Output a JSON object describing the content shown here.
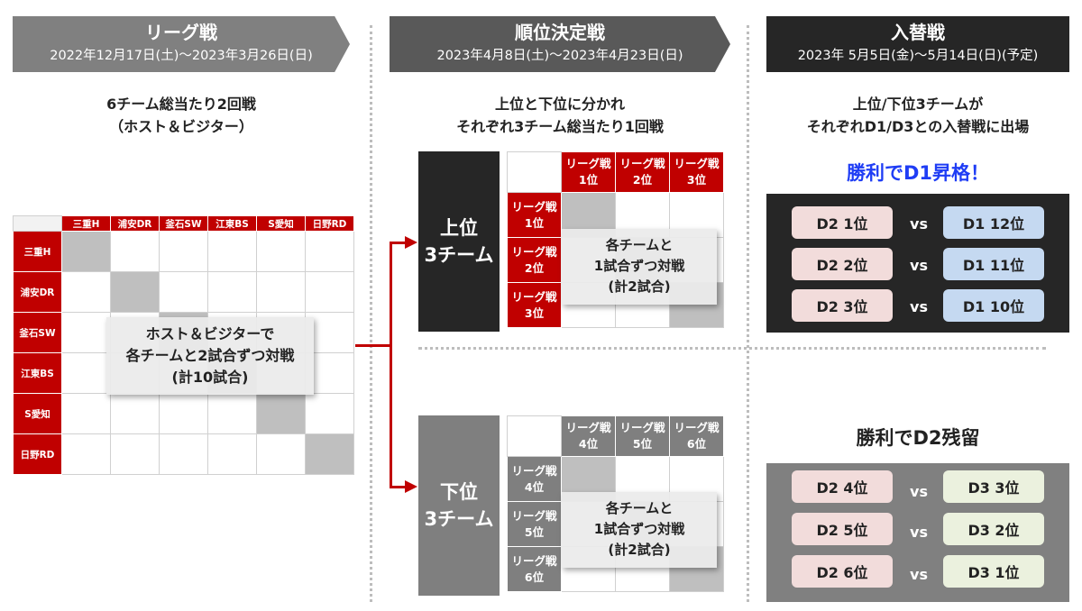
{
  "headers": [
    {
      "title": "リーグ戦",
      "dates": "2022年12月17日(土)～2023年3月26日(日)"
    },
    {
      "title": "順位決定戦",
      "dates": "2023年4月8日(土)～2023年4月23日(日)"
    },
    {
      "title": "入替戦",
      "dates": "2023年 5月5日(金)～5月14日(日)(予定)"
    }
  ],
  "league": {
    "desc": [
      "6チーム総当たり2回戦",
      "（ホスト＆ビジター）"
    ],
    "teams": [
      "三重H",
      "浦安DR",
      "釜石SW",
      "江東BS",
      "S愛知",
      "日野RD"
    ],
    "overlay": [
      "ホスト＆ビジターで",
      "各チームと2試合ずつ対戦",
      "(計10試合)"
    ]
  },
  "placement": {
    "desc": [
      "上位と下位に分かれ",
      "それぞれ3チーム総当たり1回戦"
    ],
    "upper": {
      "label": [
        "上位",
        "3チーム"
      ],
      "col_headers": [
        [
          "リーグ戦",
          "1位"
        ],
        [
          "リーグ戦",
          "2位"
        ],
        [
          "リーグ戦",
          "3位"
        ]
      ],
      "row_headers": [
        [
          "リーグ戦",
          "1位"
        ],
        [
          "リーグ戦",
          "2位"
        ],
        [
          "リーグ戦",
          "3位"
        ]
      ],
      "overlay": [
        "各チームと",
        "1試合ずつ対戦",
        "(計2試合)"
      ]
    },
    "lower": {
      "label": [
        "下位",
        "3チーム"
      ],
      "col_headers": [
        [
          "リーグ戦",
          "4位"
        ],
        [
          "リーグ戦",
          "5位"
        ],
        [
          "リーグ戦",
          "6位"
        ]
      ],
      "row_headers": [
        [
          "リーグ戦",
          "4位"
        ],
        [
          "リーグ戦",
          "5位"
        ],
        [
          "リーグ戦",
          "6位"
        ]
      ],
      "overlay": [
        "各チームと",
        "1試合ずつ対戦",
        "(計2試合)"
      ]
    }
  },
  "promotion": {
    "desc": [
      "上位/下位3チームが",
      "それぞれD1/D3との入替戦に出場"
    ],
    "upper_title": "勝利でD1昇格！",
    "lower_title": "勝利でD2残留",
    "upper_matches": [
      {
        "left": "D2 1位",
        "vs": "vs",
        "right": "D1 12位"
      },
      {
        "left": "D2 2位",
        "vs": "vs",
        "right": "D1 11位"
      },
      {
        "left": "D2 3位",
        "vs": "vs",
        "right": "D1 10位"
      }
    ],
    "lower_matches": [
      {
        "left": "D2 4位",
        "vs": "vs",
        "right": "D3 3位"
      },
      {
        "left": "D2 5位",
        "vs": "vs",
        "right": "D3 2位"
      },
      {
        "left": "D2 6位",
        "vs": "vs",
        "right": "D3 1位"
      }
    ],
    "colors": {
      "blue_title": "#1f3df5",
      "pink": "#f2dcdb",
      "blue": "#c5d9f1",
      "green": "#ebf1de"
    }
  },
  "colors": {
    "accent": "#c00000",
    "dark": "#262626",
    "gray": "#7f7f7f"
  }
}
